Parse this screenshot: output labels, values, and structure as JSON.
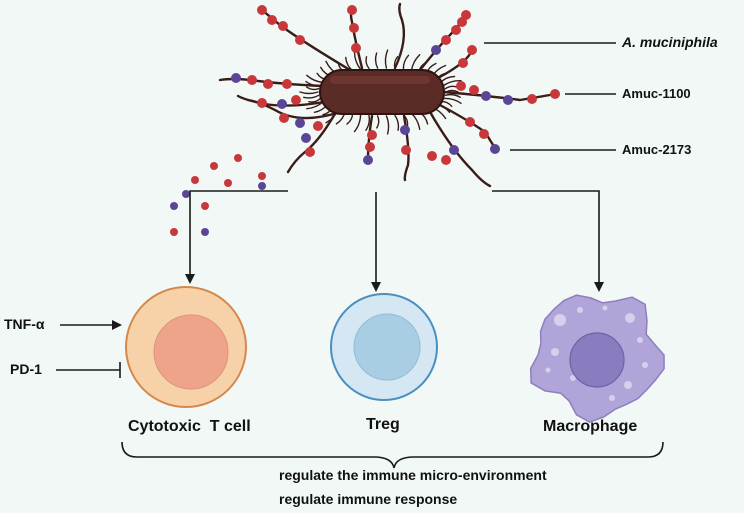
{
  "bacterium": {
    "label": "A. muciniphila",
    "proteins": [
      {
        "label": "Amuc-1100",
        "color": "#c8383a"
      },
      {
        "label": "Amuc-2173",
        "color": "#5a4696"
      }
    ]
  },
  "cells": [
    {
      "label": "Cytotoxic  T cell"
    },
    {
      "label": "Treg"
    },
    {
      "label": "Macrophage"
    }
  ],
  "stimuli": [
    {
      "label": "TNF-α",
      "relation": "activation"
    },
    {
      "label": "PD-1",
      "relation": "inhibition"
    }
  ],
  "outcome": {
    "lines": [
      "regulate the immune micro-environment",
      "regulate immune response"
    ]
  },
  "colors": {
    "bacterium_body": "#5b2b25",
    "tcell_fill": "#f7d2a8",
    "tcell_nucleus": "#eea48a",
    "treg_fill": "#d4e7f2",
    "treg_nucleus": "#a9cde3",
    "macrophage_fill": "#b0a4d8",
    "macrophage_nucleus": "#8b7cc0"
  }
}
